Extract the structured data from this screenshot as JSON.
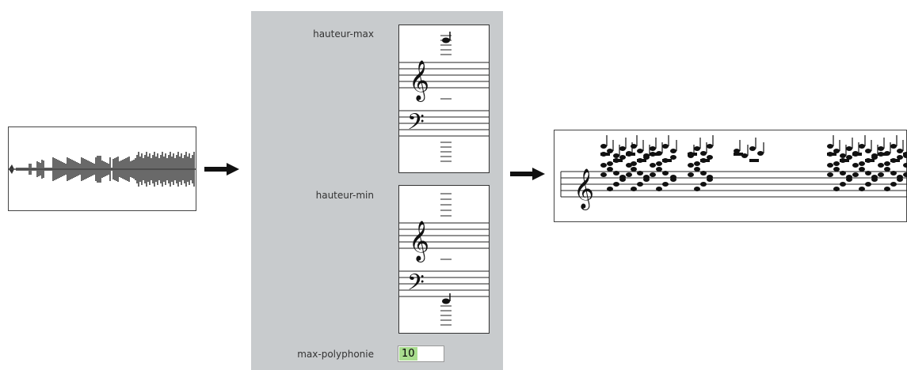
{
  "params": {
    "hauteur_max_label": "hauteur-max",
    "hauteur_min_label": "hauteur-min",
    "max_polyphonie_label": "max-polyphonie",
    "max_polyphonie_value": "10"
  },
  "icons": {
    "flow_arrow": "right-arrow-icon",
    "treble_clef": "treble-clef-icon",
    "bass_clef": "bass-clef-icon"
  },
  "colors": {
    "panel": "#c8cbcd",
    "input_highlight": "#a9dd8f",
    "ink": "#222222"
  }
}
